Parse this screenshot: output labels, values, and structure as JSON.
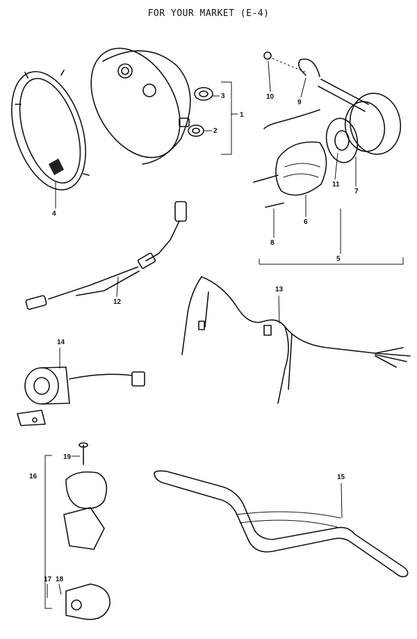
{
  "title": "FOR YOUR MARKET (E-4)",
  "callouts": {
    "p1": "1",
    "p2": "2",
    "p3": "3",
    "p4": "4",
    "p5": "5",
    "p6": "6",
    "p7": "7",
    "p8": "8",
    "p9": "9",
    "p10": "10",
    "p11": "11",
    "p12": "12",
    "p13": "13",
    "p14": "14",
    "p15": "15",
    "p16": "16",
    "p17": "17",
    "p18": "18",
    "p19": "19"
  }
}
